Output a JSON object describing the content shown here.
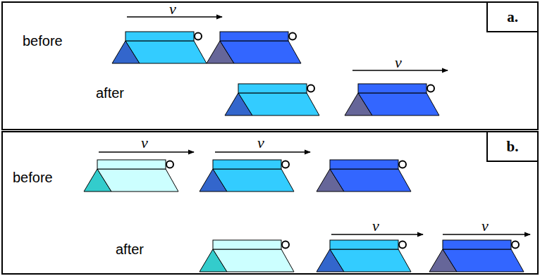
{
  "diagram": {
    "nodes": [
      {
        "text": [
          "before",
          "after"
        ]
      },
      {
        "text": [
          "a."
        ],
        "in": 0
      },
      {
        "text": [
          "before",
          "after"
        ]
      },
      {
        "text": [
          "b."
        ],
        "in": 2
      }
    ],
    "labels": [
      "v",
      "v",
      "v",
      "v",
      "v",
      "v"
    ]
  }
}
